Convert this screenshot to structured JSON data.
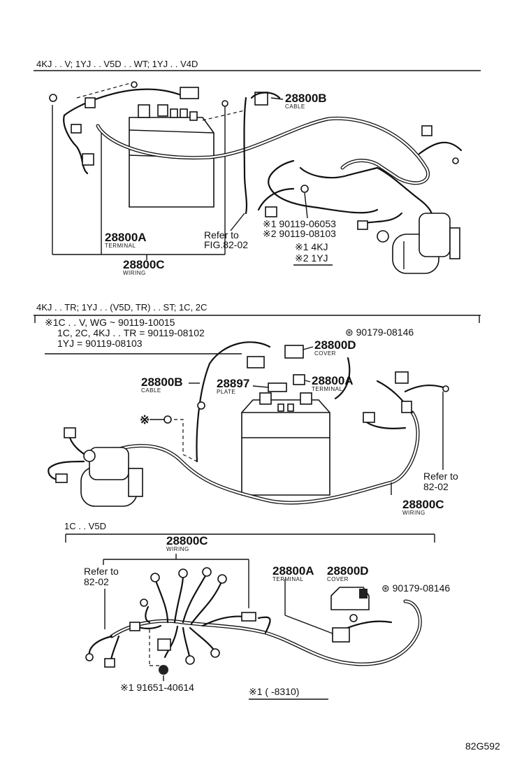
{
  "sections": {
    "s1": {
      "header": "4KJ . . V; 1YJ . . V5D . . WT; 1YJ . . V4D",
      "cable": {
        "part": "28800B",
        "name": "CABLE"
      },
      "terminal": {
        "part": "28800A",
        "name": "TERMINAL"
      },
      "wiring": {
        "part": "28800C",
        "name": "WIRING"
      },
      "refer_line1": "Refer to",
      "refer_line2": "FIG.82-02",
      "bolt1": "※1 90119-06053",
      "bolt2": "※2 90119-08103",
      "legend1": "※1 4KJ",
      "legend2": "※2 1YJ"
    },
    "s2": {
      "header": "4KJ . . TR; 1YJ . . (V5D, TR) . . ST; 1C, 2C",
      "note1": "※1C . . V, WG ~ 90119-10015",
      "note2": "1C, 2C, 4KJ . . TR = 90119-08102",
      "note3": "1YJ = 90119-08103",
      "nut": "⊛ 90179-08146",
      "cover": {
        "part": "28800D",
        "name": "COVER"
      },
      "cable": {
        "part": "28800B",
        "name": "CABLE"
      },
      "plate": {
        "part": "28897",
        "name": "PLATE"
      },
      "terminal": {
        "part": "28800A",
        "name": "TERMINAL"
      },
      "wiring": {
        "part": "28800C",
        "name": "WIRING"
      },
      "refer_line1": "Refer to",
      "refer_line2": "82-02",
      "star": "※"
    },
    "s3": {
      "header": "1C . . V5D",
      "wiring": {
        "part": "28800C",
        "name": "WIRING"
      },
      "refer_line1": "Refer to",
      "refer_line2": "82-02",
      "terminal": {
        "part": "28800A",
        "name": "TERMINAL"
      },
      "cover": {
        "part": "28800D",
        "name": "COVER"
      },
      "nut": "⊛ 90179-08146",
      "grommet": "※1 91651-40614",
      "footnote": "※1 (     -8310)"
    }
  },
  "figure_id": "82G592"
}
